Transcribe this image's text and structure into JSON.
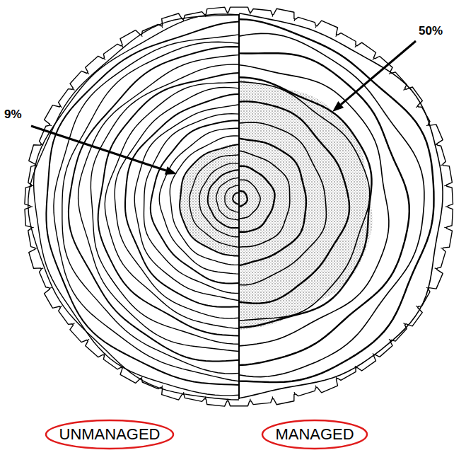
{
  "diagram": {
    "nodes": [
      {
        "text": [
          "UNMANAGED"
        ]
      },
      {
        "text": [
          "MANAGED"
        ]
      }
    ],
    "labels": [
      "9%",
      "50%"
    ]
  }
}
